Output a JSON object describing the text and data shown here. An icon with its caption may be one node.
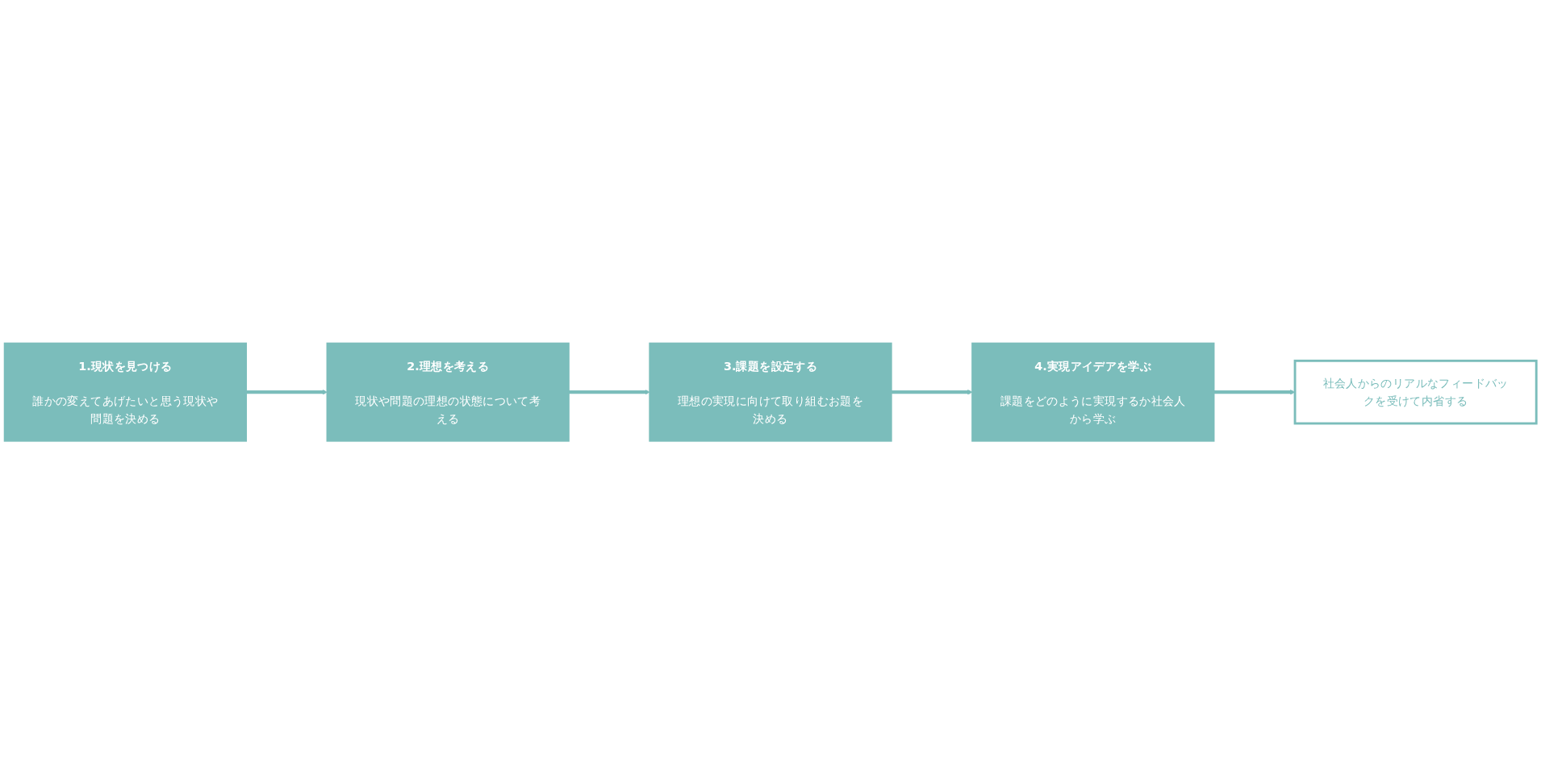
{
  "diagram": {
    "nodes": [
      {
        "text": [
          "1.現状を見つける",
          "誰かの変えてあげたいと思う現状や問題を決める"
        ]
      },
      {
        "text": [
          "2.理想を考える",
          "現状や問題の理想の状態について考える"
        ]
      },
      {
        "text": [
          "3.課題を設定する",
          "理想の実現に向けて取り組むお題を決める"
        ]
      },
      {
        "text": [
          "4.実現アイデアを学ぶ",
          "課題をどのように実現するか社会人から学ぶ"
        ]
      },
      {
        "text": [
          "社会人からのリアルなフィードバックを受けて内省する"
        ]
      }
    ],
    "edges": [
      {
        "from": 0,
        "to": 1,
        "arrow": "to"
      },
      {
        "from": 1,
        "to": 2,
        "arrow": "to"
      },
      {
        "from": 2,
        "to": 3,
        "arrow": "to"
      },
      {
        "from": 3,
        "to": 4,
        "arrow": "to"
      }
    ]
  }
}
